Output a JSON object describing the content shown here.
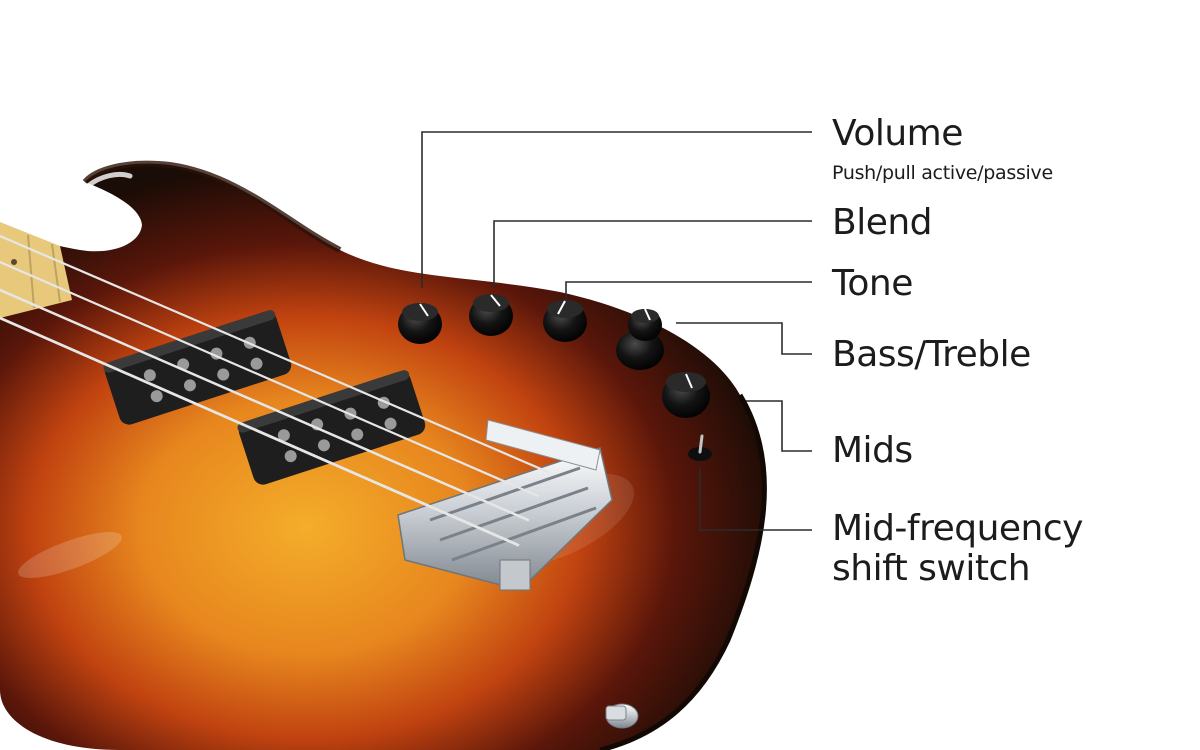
{
  "callouts": {
    "volume": {
      "label": "Volume",
      "note": "Push/pull active/passive"
    },
    "blend": {
      "label": "Blend"
    },
    "tone": {
      "label": "Tone"
    },
    "bass_treble": {
      "label": "Bass/Treble"
    },
    "mids": {
      "label": "Mids"
    },
    "mid_shift": {
      "label": "Mid-frequency shift switch"
    }
  },
  "colors": {
    "background": "#ffffff",
    "text": "#1c1c1c",
    "leader_line": "#2b2b2b",
    "body_sunburst_center": "#f0a020",
    "body_sunburst_mid": "#c0400e",
    "body_sunburst_edge": "#1a0c06",
    "fretboard": "#e8c97c",
    "pickup": "#222222",
    "bridge_chrome": "#d8dde2",
    "knob": "#111111"
  }
}
